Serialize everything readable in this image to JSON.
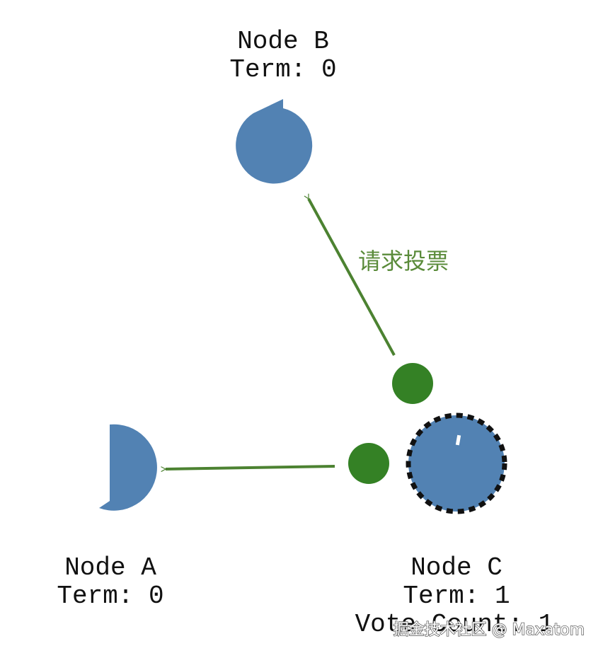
{
  "colors": {
    "node_fill": "#5282b3",
    "message_fill": "#348125",
    "arrow": "#4c8231",
    "arrow_label": "#5a8b3a",
    "candidate_ring": "#111111",
    "text": "#111111"
  },
  "nodes": {
    "a": {
      "name": "Node A",
      "term": "Term: 0"
    },
    "b": {
      "name": "Node B",
      "term": "Term: 0"
    },
    "c": {
      "name": "Node C",
      "term": "Term: 1",
      "vote_count": "Vote Count: 1",
      "role": "candidate"
    }
  },
  "edges": {
    "c_to_b": {
      "label": "请求投票"
    },
    "c_to_a": {
      "label": ""
    }
  },
  "watermark": "掘金技术社区 @ Maxatom"
}
